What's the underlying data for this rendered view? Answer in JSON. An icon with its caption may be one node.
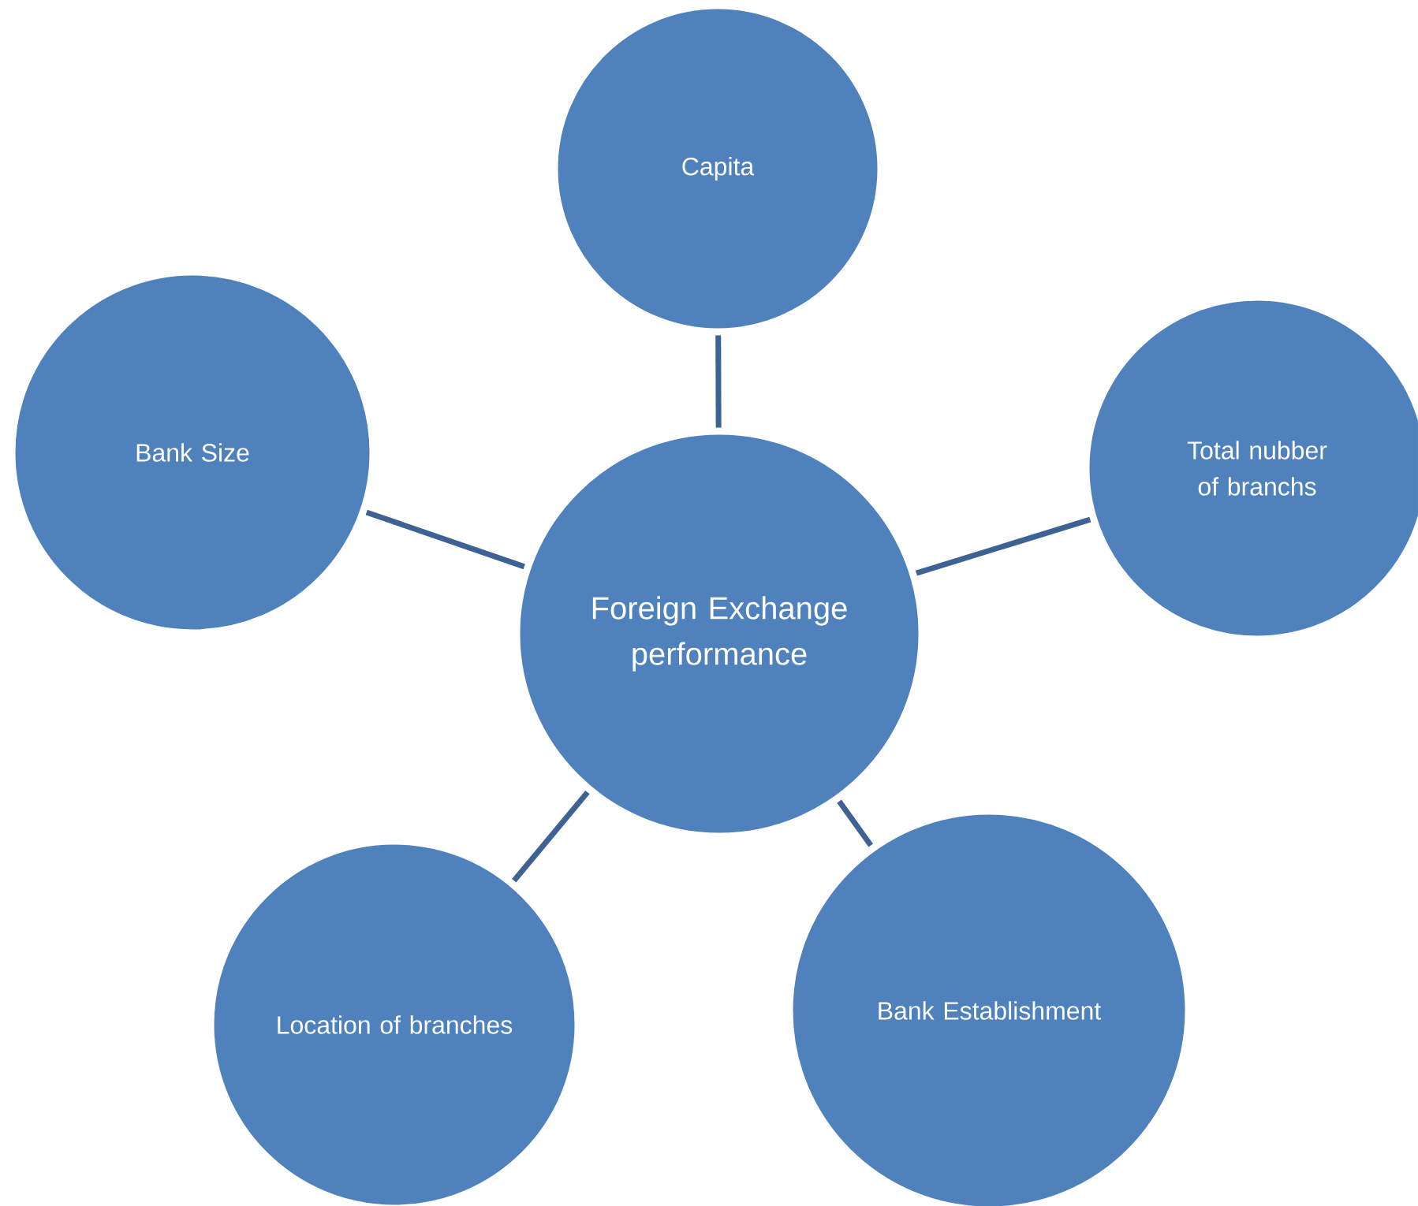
{
  "diagram": {
    "nodes": [
      {
        "text": [
          "Capita"
        ]
      },
      {
        "text": [
          "Bank Size"
        ]
      },
      {
        "text": [
          "Total nubber of branchs"
        ]
      },
      {
        "text": [
          "Foreign Exchange performance"
        ]
      },
      {
        "text": [
          "Location of branches"
        ]
      },
      {
        "text": [
          "Bank Establishment"
        ]
      }
    ],
    "edges": [
      {
        "from": 3,
        "to": 0,
        "arrow": "none"
      },
      {
        "from": 3,
        "to": 1,
        "arrow": "none"
      },
      {
        "from": 3,
        "to": 2,
        "arrow": "none"
      },
      {
        "from": 3,
        "to": 4,
        "arrow": "none"
      },
      {
        "from": 3,
        "to": 5,
        "arrow": "none"
      }
    ]
  }
}
